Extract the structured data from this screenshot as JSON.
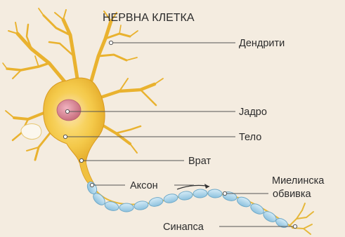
{
  "title": "НЕРВНА КЛЕТКА",
  "labels": {
    "dendrites": "Дендрити",
    "nucleus": "Јадро",
    "body": "Тело",
    "neck": "Врат",
    "axon": "Аксон",
    "myelin_line1": "Миелинска",
    "myelin_line2": "обвивка",
    "synapse": "Синапса"
  },
  "colors": {
    "background": "#f4ece0",
    "cell": "#f2c53d",
    "cell_dark": "#e0a722",
    "nucleus": "#d98a9a",
    "myelin": "#a9d3ea",
    "myelin_edge": "#6fa9c8",
    "line": "#555555"
  }
}
